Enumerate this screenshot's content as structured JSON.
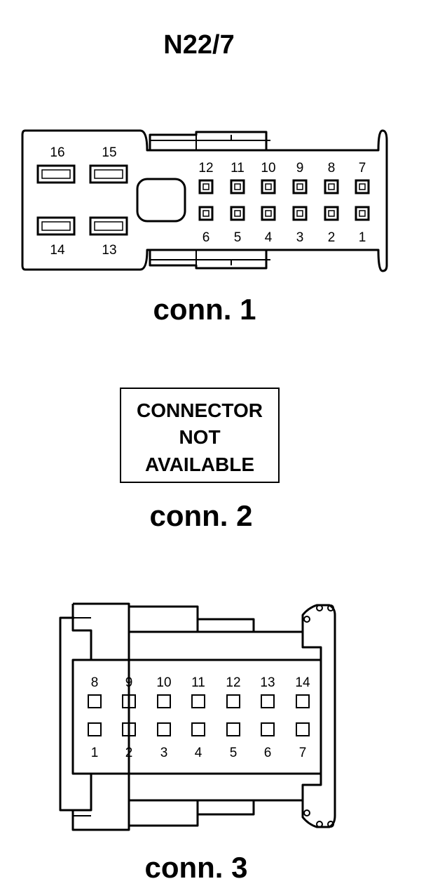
{
  "title": "N22/7",
  "conn1": {
    "caption": "conn. 1",
    "large_pins": [
      "16",
      "15",
      "14",
      "13"
    ],
    "top_pins": [
      "12",
      "11",
      "10",
      "9",
      "8",
      "7"
    ],
    "bottom_pins": [
      "6",
      "5",
      "4",
      "3",
      "2",
      "1"
    ]
  },
  "conn2": {
    "caption": "conn. 2",
    "notice": [
      "CONNECTOR",
      "NOT",
      "AVAILABLE"
    ]
  },
  "conn3": {
    "caption": "conn. 3",
    "top_pins": [
      "8",
      "9",
      "10",
      "11",
      "12",
      "13",
      "14"
    ],
    "bottom_pins": [
      "1",
      "2",
      "3",
      "4",
      "5",
      "6",
      "7"
    ]
  }
}
